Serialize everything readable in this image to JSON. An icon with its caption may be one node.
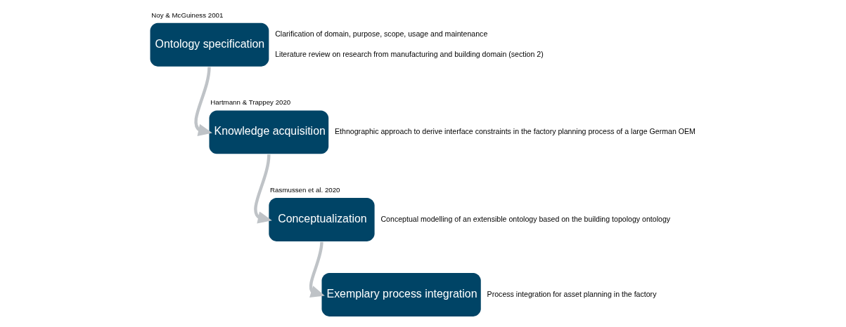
{
  "diagram": {
    "nodes": [
      {
        "text": [
          "Ontology specification"
        ],
        "beside": [
          "Noy & McGuiness 2001",
          "Clarification of domain, purpose, scope, usage and maintenance",
          "Literature review on research from manufacturing and building domain (section 2)"
        ]
      },
      {
        "text": [
          "Knowledge acquisition"
        ],
        "beside": [
          "Hartmann & Trappey 2020",
          "Ethnographic approach to derive interface constraints in the factory planning process of a large German OEM"
        ]
      },
      {
        "text": [
          "Conceptualization"
        ],
        "beside": [
          "Rasmussen et al. 2020",
          "Conceptual modelling of an extensible ontology based on the building topology ontology"
        ]
      },
      {
        "text": [
          "Exemplary process integration"
        ],
        "beside": [
          "Process integration for asset planning in the factory"
        ]
      }
    ],
    "edges": [
      {
        "from": 0,
        "to": 1,
        "arrow": "to"
      },
      {
        "from": 1,
        "to": 2,
        "arrow": "to"
      },
      {
        "from": 2,
        "to": 3,
        "arrow": "to"
      }
    ]
  }
}
